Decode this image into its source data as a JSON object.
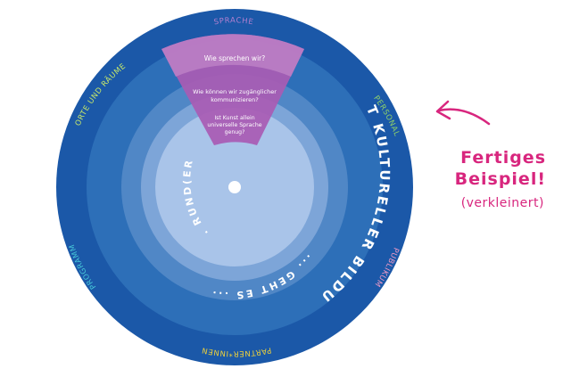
{
  "wheel": {
    "sectors": [
      {
        "name": "SPRACHE",
        "color": "#b07fd0"
      },
      {
        "name": "PERSONAL",
        "color": "#8fd16a"
      },
      {
        "name": "PUBLIKUM",
        "color": "#f09ac6"
      },
      {
        "name": "PARTNER*INNEN",
        "color": "#f0d23a"
      },
      {
        "name": "PROGRAMM",
        "color": "#46c6d8"
      },
      {
        "name": "ORTE UND RÄUME",
        "color": "#c7e86a"
      }
    ],
    "window_questions": [
      "Wie sprechen wir?",
      "Wie können wir zugänglicher kommunizieren?",
      "Ist Kunst allein universelle Sprache genug?"
    ],
    "curved_phrase_1": "MIT KULTURELLER BILDUNG",
    "curved_phrase_2": "... GEHT ES ...",
    "curved_phrase_3": "... RUND(ER)!",
    "colors": {
      "outer": "#1b58a8",
      "ring2": "#2d6fb8",
      "ring3": "#5087c6",
      "ring4": "#7da5d8",
      "center": "#a9c4e9",
      "window": "#a95bb4"
    }
  },
  "note": {
    "line1": "Fertiges",
    "line2": "Beispiel!",
    "line3": "(verkleinert)",
    "color": "#d8267e",
    "arrow_icon": "curved-arrow-left"
  }
}
